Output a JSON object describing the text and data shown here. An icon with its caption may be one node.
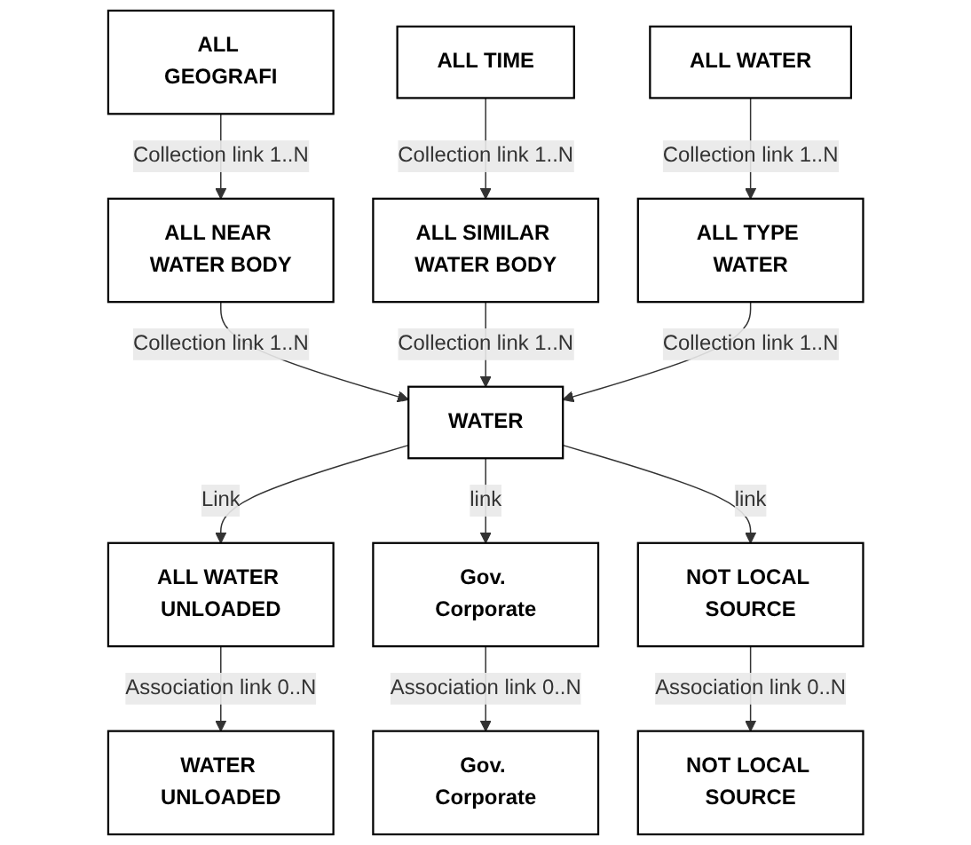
{
  "diagram": {
    "nodes": [
      {
        "text": [
          "ALL GEOGRAFI"
        ]
      },
      {
        "text": [
          "ALL NEAR WATER BODY"
        ]
      },
      {
        "text": [
          "ALL SIMILAR WATER BODY"
        ]
      },
      {
        "text": [
          "ALL TIME"
        ]
      },
      {
        "text": [
          "ALL WATER UNLOADED"
        ]
      },
      {
        "text": [
          "WATER"
        ]
      },
      {
        "text": [
          "ALL TYPE WATER"
        ]
      },
      {
        "text": [
          "ALL WATER"
        ]
      },
      {
        "text": [
          "WATER UNLOADED"
        ]
      },
      {
        "text": [
          "Gov. Corporate"
        ]
      },
      {
        "text": [
          "NOT LOCAL SOURCE"
        ]
      },
      {
        "text": [
          "Gov. Corporate"
        ]
      },
      {
        "text": [
          "NOT LOCAL SOURCE"
        ]
      }
    ],
    "edges": [
      {
        "from": 0,
        "to": 1,
        "arrow": "to",
        "label": "Collection link 1..N"
      },
      {
        "from": 3,
        "to": 2,
        "arrow": "to",
        "label": "Collection link 1..N"
      },
      {
        "from": 1,
        "to": 5,
        "arrow": "to",
        "label": "Collection link 1..N"
      },
      {
        "from": 2,
        "to": 5,
        "arrow": "to",
        "label": "Collection link 1..N"
      },
      {
        "from": 6,
        "to": 5,
        "arrow": "to",
        "label": "Collection link 1..N"
      },
      {
        "from": 7,
        "to": 6,
        "arrow": "to",
        "label": "Collection link 1..N"
      },
      {
        "from": 5,
        "to": 4,
        "arrow": "to",
        "label": "Link"
      },
      {
        "from": 4,
        "to": 8,
        "arrow": "to",
        "label": "Association link 0..N"
      },
      {
        "from": 5,
        "to": 9,
        "arrow": "to",
        "label": "link"
      },
      {
        "from": 5,
        "to": 10,
        "arrow": "to",
        "label": "link"
      },
      {
        "from": 9,
        "to": 11,
        "arrow": "to",
        "label": "Association link 0..N"
      },
      {
        "from": 10,
        "to": 12,
        "arrow": "to",
        "label": "Association link 0..N"
      }
    ]
  }
}
